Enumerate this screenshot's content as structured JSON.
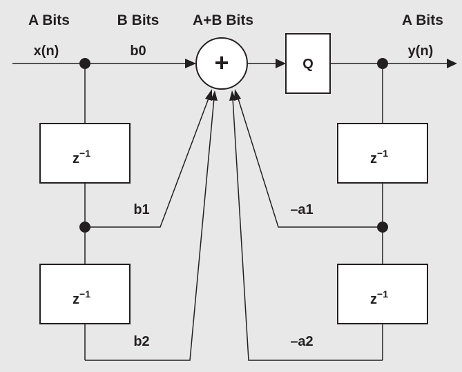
{
  "headers": {
    "input_width": "A Bits",
    "coeff_width": "B Bits",
    "sum_width": "A+B Bits",
    "output_width": "A Bits"
  },
  "signals": {
    "input": "x(n)",
    "output": "y(n)"
  },
  "coefficients": {
    "b0": "b0",
    "b1": "b1",
    "b2": "b2",
    "a1": "–a1",
    "a2": "–a2"
  },
  "blocks": {
    "adder_symbol": "+",
    "quantizer": "Q",
    "delay_base": "z",
    "delay_exp": "−1"
  }
}
